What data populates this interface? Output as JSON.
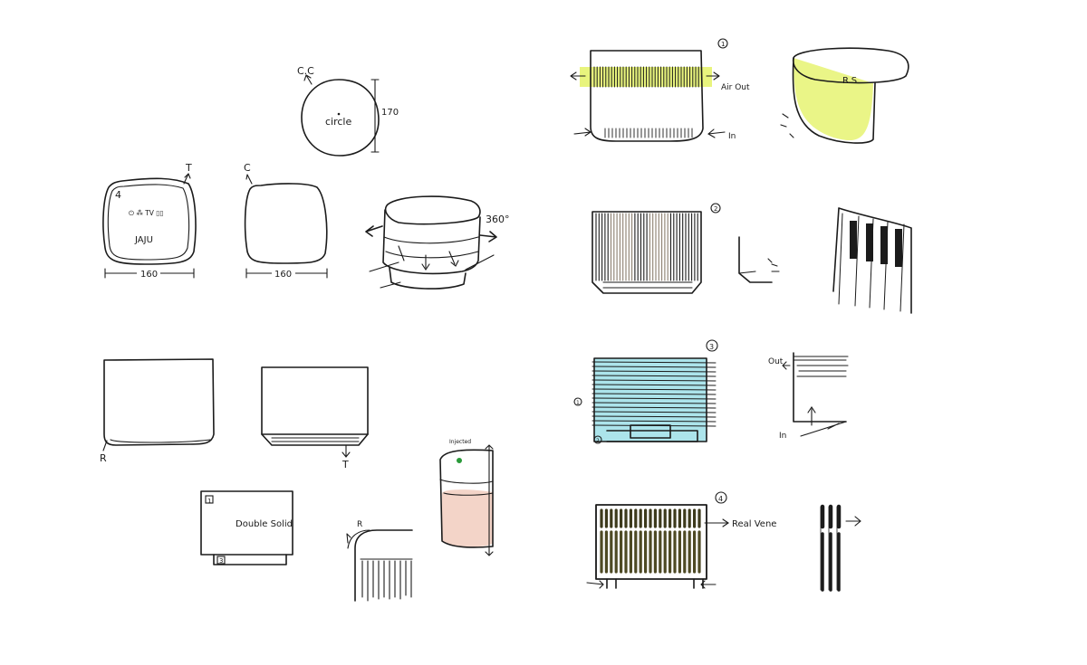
{
  "sketches": {
    "circle": {
      "label_cc": "C.C",
      "label_text": "circle",
      "dim": "170"
    },
    "remote": {
      "label_t": "T",
      "icons": "⏻ ⁂ TV ▯▯",
      "brand": "JAJU",
      "dim": "160",
      "badge": "4"
    },
    "rounded_square": {
      "label_c": "C",
      "dim": "160"
    },
    "perspective_cube": {
      "label_rotation": "360°"
    },
    "box_r": {
      "label": "R"
    },
    "box_t": {
      "label": "T"
    },
    "double_solid": {
      "badge_top": "1",
      "badge_bottom": "3",
      "label": "Double Solid"
    },
    "r_corner": {
      "label": "R"
    },
    "pink_column": {
      "top_note": "Injected"
    },
    "concept_1": {
      "number": "1",
      "air_out": "Air Out",
      "air_in": "In"
    },
    "rs_cylinder": {
      "label": "R.S"
    },
    "concept_2": {
      "number": "2"
    },
    "concept_3": {
      "number": "3",
      "side_1": "1",
      "side_2": "2",
      "out": "Out",
      "in": "In"
    },
    "concept_4": {
      "number": "4",
      "label": "Real Vene"
    }
  },
  "colors": {
    "ink": "#1b1b1b",
    "highlight_yellow": "#e4f266",
    "cyan": "#7fd6e0",
    "olive": "#8f9a3a",
    "pink": "#f2cfc4",
    "green_dot": "#2a9a3a"
  }
}
